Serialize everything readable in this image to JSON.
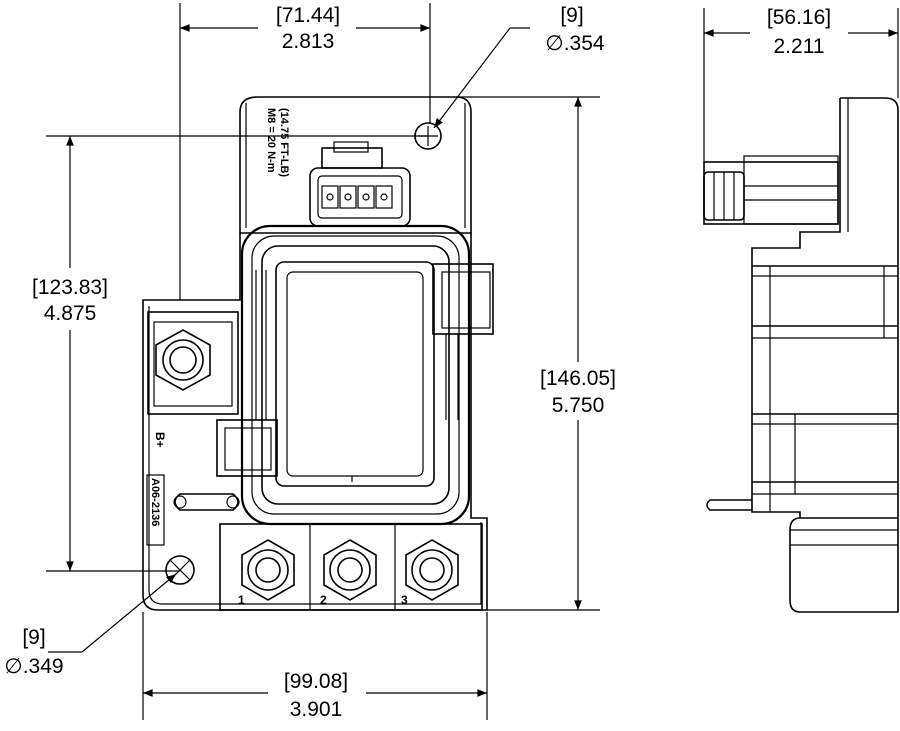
{
  "dimensions": {
    "top_width": {
      "mm": "[71.44]",
      "in": "2.813"
    },
    "top_hole": {
      "mm": "[9]",
      "in": "∅.354"
    },
    "side_depth": {
      "mm": "[56.16]",
      "in": "2.211"
    },
    "left_height": {
      "mm": "[123.83]",
      "in": "4.875"
    },
    "right_height": {
      "mm": "[146.05]",
      "in": "5.750"
    },
    "bottom_hole": {
      "mm": "[9]",
      "in": "∅.349"
    },
    "bottom_width": {
      "mm": "[99.08]",
      "in": "3.901"
    }
  },
  "labels": {
    "torque_line1": "M8 = 20 N-m",
    "torque_line2": "(14.75 FT-LB)",
    "b_plus": "B+",
    "part_number": "A06-2136",
    "terminal_1": "1",
    "terminal_2": "2",
    "terminal_3": "3"
  },
  "colors": {
    "line": "#000000",
    "background": "#ffffff"
  }
}
